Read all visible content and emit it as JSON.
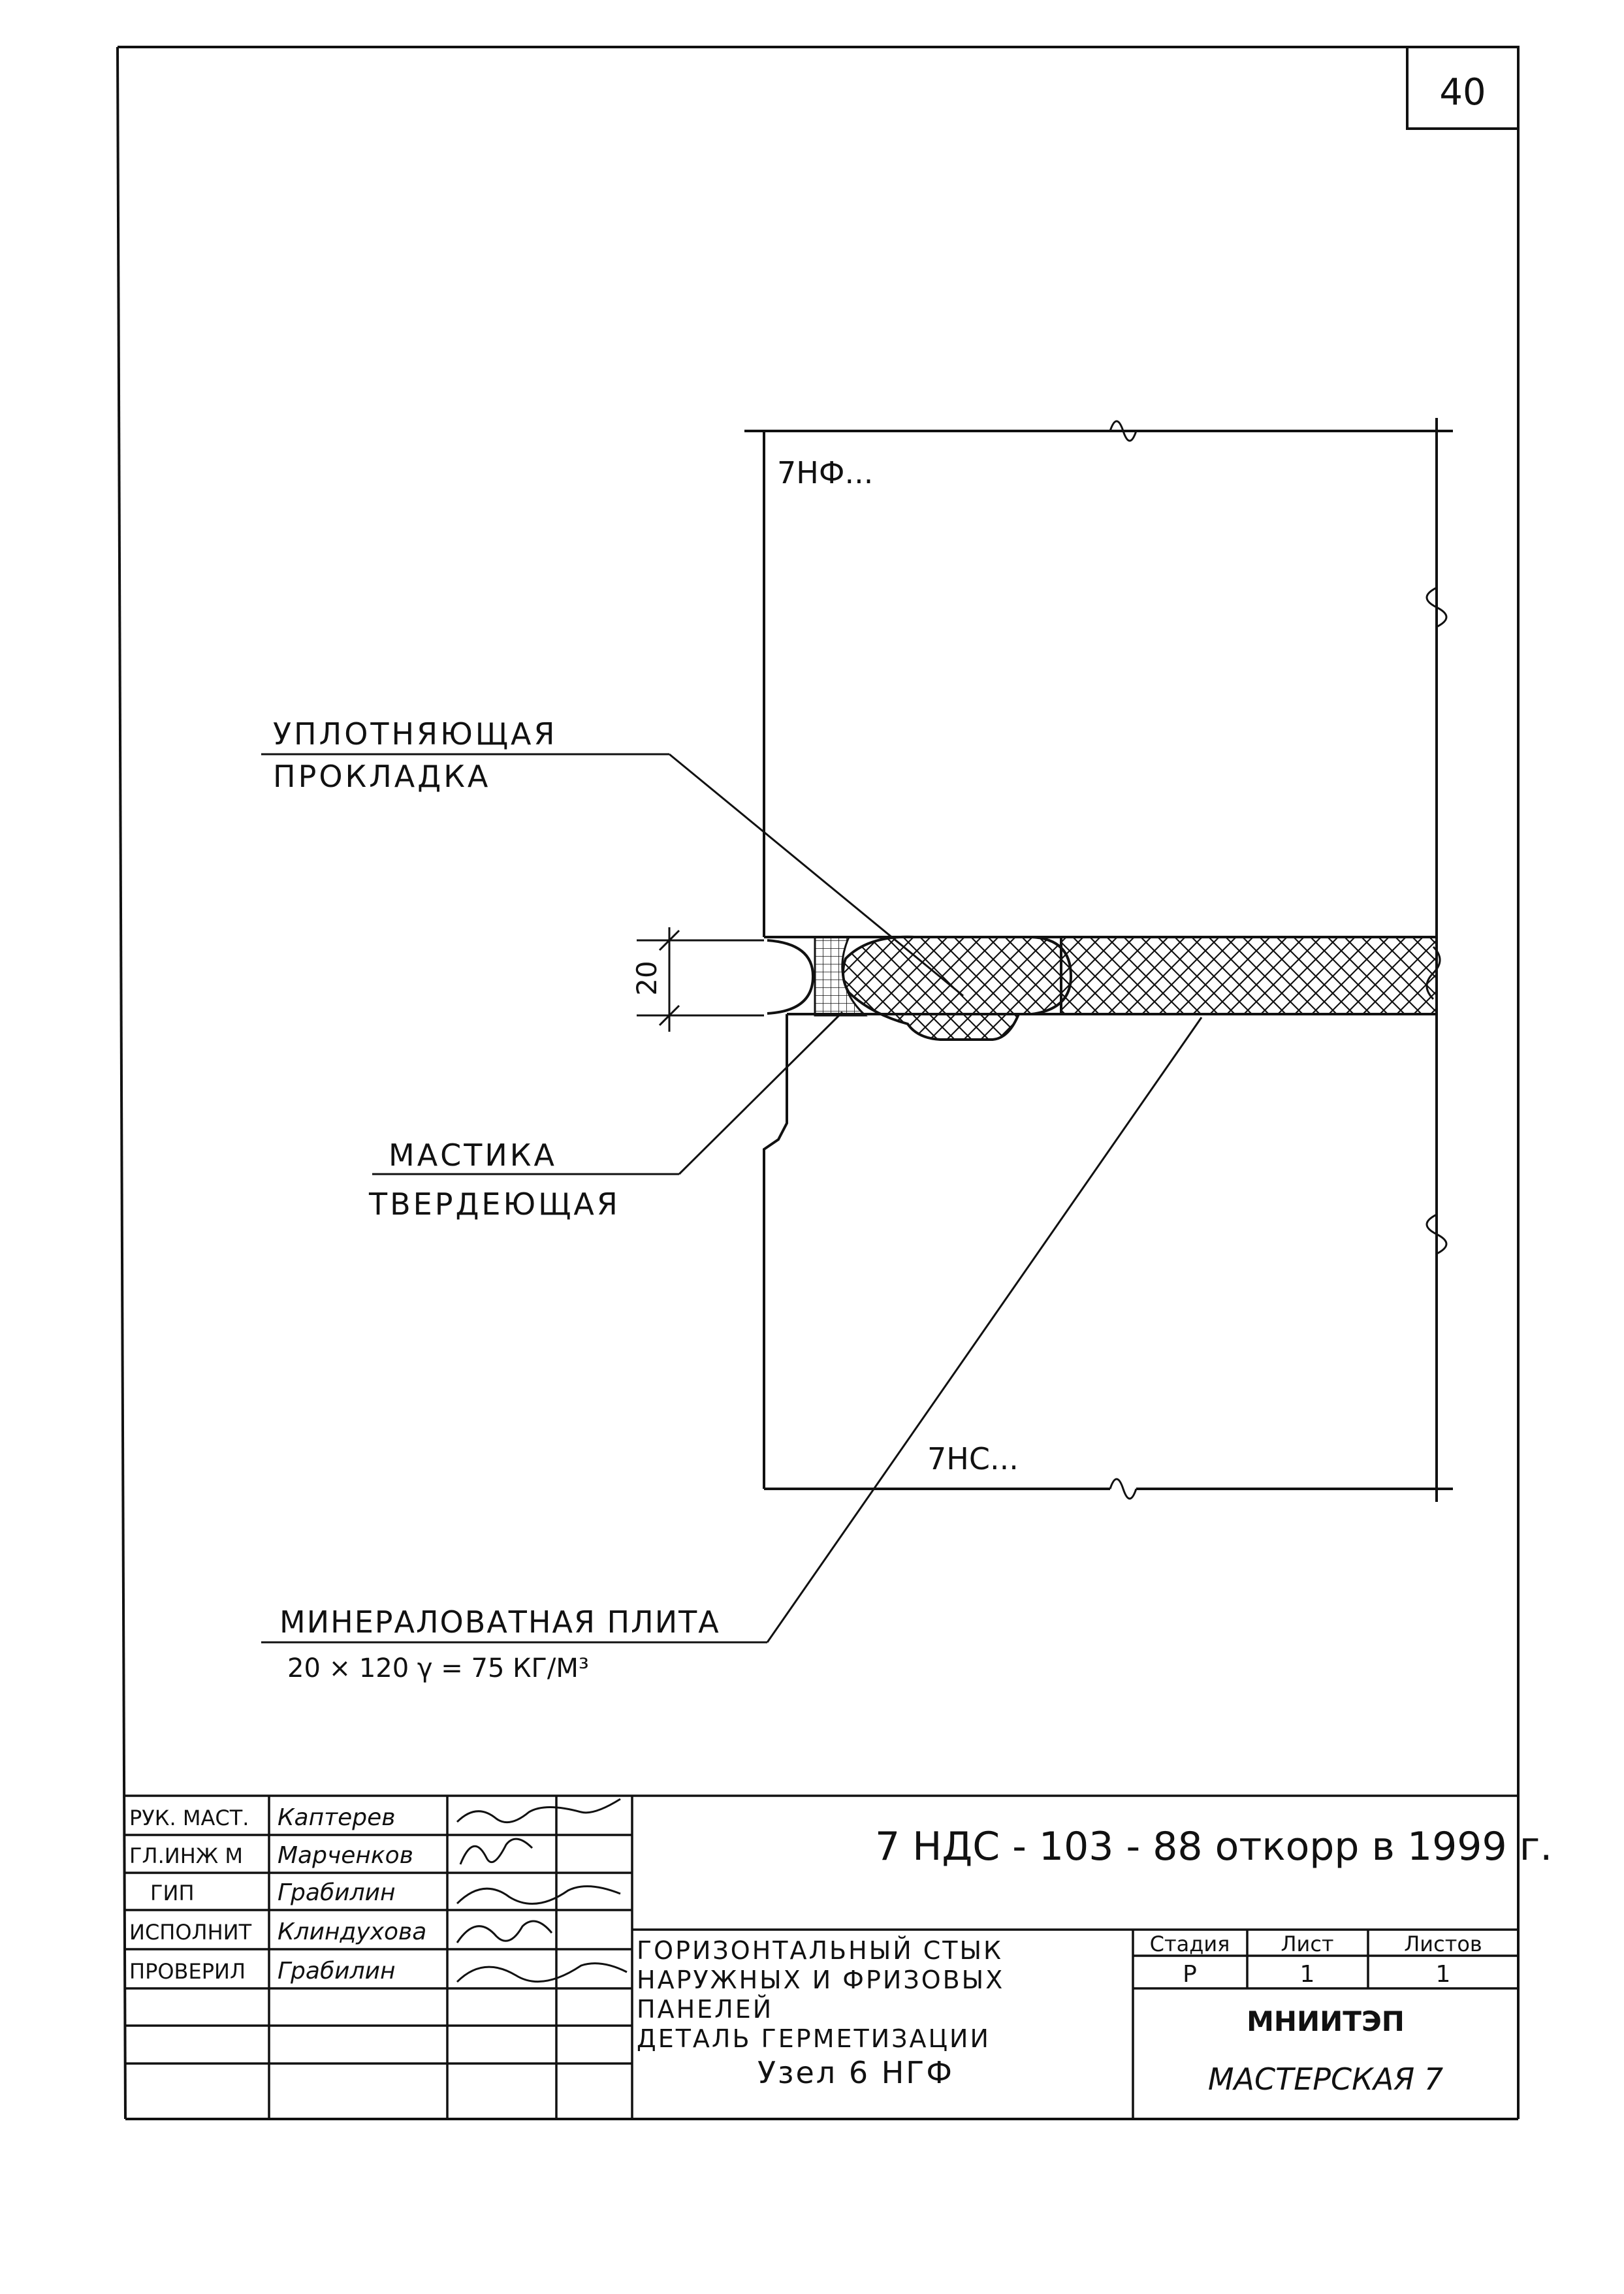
{
  "sheet_number": "40",
  "drawing": {
    "panel_top": "7НФ...",
    "panel_bottom": "7НС...",
    "dimension_joint": "20",
    "callouts": {
      "gasket_line1": "УПЛОТНЯЮЩАЯ",
      "gasket_line2": "ПРОКЛАДКА",
      "mastic_line1": "МАСТИКА",
      "mastic_line2": "ТВЕРДЕЮЩАЯ",
      "mineral_line1": "МИНЕРАЛОВАТНАЯ ПЛИТА",
      "mineral_line2": "20 × 120  γ = 75 КГ/М³"
    }
  },
  "title_block": {
    "signatures": [
      {
        "role": "РУК. МАСТ.",
        "name": "Каптерев"
      },
      {
        "role": "ГЛ.ИНЖ М",
        "name": "Марченков"
      },
      {
        "role": "ГИП",
        "name": "Грабилин"
      },
      {
        "role": "ИСПОЛНИТ",
        "name": "Клиндухова"
      },
      {
        "role": "ПРОВЕРИЛ",
        "name": "Грабилин"
      }
    ],
    "doc_code": "7 НДС - 103 - 88  откорр в 1999 г.",
    "title_lines": [
      "ГОРИЗОНТАЛЬНЫЙ СТЫК",
      "НАРУЖНЫХ  И  ФРИЗОВЫХ",
      "ПАНЕЛЕЙ",
      "ДЕТАЛЬ  ГЕРМЕТИЗАЦИИ",
      "Узел  6 НГФ"
    ],
    "stage_header": "Стадия",
    "sheet_header": "Лист",
    "sheets_header": "Листов",
    "stage_value": "Р",
    "sheet_value": "1",
    "sheets_value": "1",
    "org": "МНИИТЭП",
    "workshop": "МАСТЕРСКАЯ  7"
  }
}
